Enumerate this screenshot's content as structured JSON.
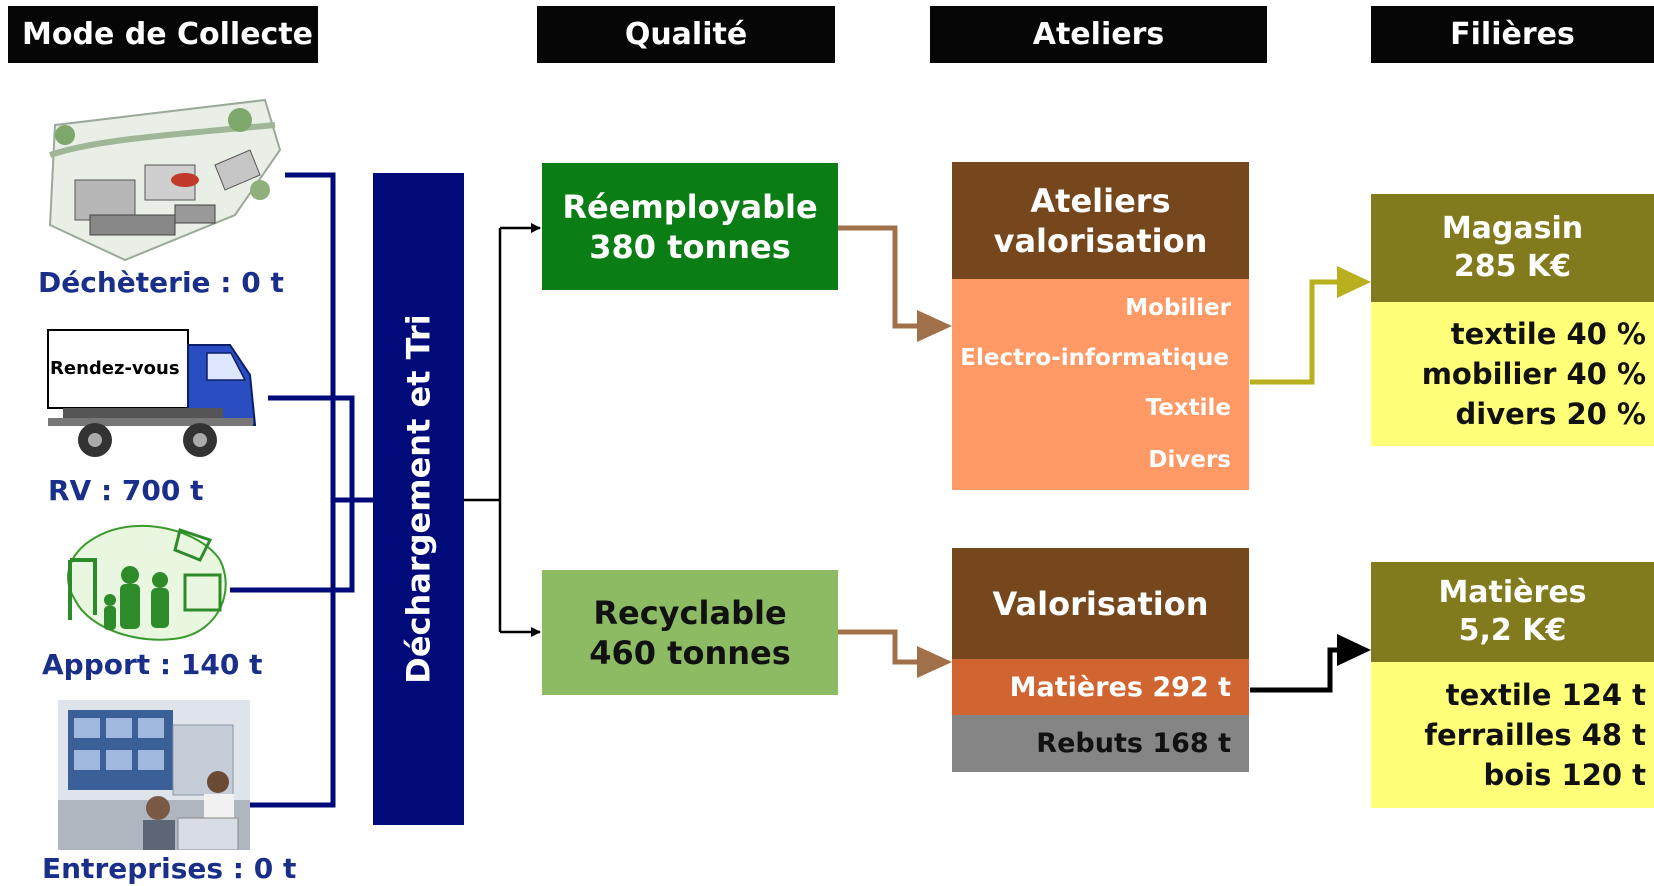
{
  "headers": {
    "collecte": "Mode de Collecte",
    "qualite": "Qualité",
    "ateliers": "Ateliers",
    "filieres": "Filières"
  },
  "sources": {
    "decheterie": "Déchèterie : 0 t",
    "rv": "RV : 700 t",
    "apport": "Apport : 140 t",
    "entreprises": "Entreprises : 0 t",
    "truck_sign": "Rendez-vous"
  },
  "tri": "Déchargement et Tri",
  "reemployable": {
    "line1": "Réemployable",
    "line2": "380 tonnes"
  },
  "recyclable": {
    "line1": "Recyclable",
    "line2": "460 tonnes"
  },
  "ateliers_valorisation": {
    "line1": "Ateliers",
    "line2": "valorisation",
    "items": [
      "Mobilier",
      "Electro-informatique",
      "Textile",
      "Divers"
    ]
  },
  "valorisation": {
    "title": "Valorisation",
    "matieres": "Matières 292 t",
    "rebuts": "Rebuts 168 t"
  },
  "magasin": {
    "line1": "Magasin",
    "line2": "285 K€",
    "details": [
      "textile 40 %",
      "mobilier 40 %",
      "divers 20 %"
    ]
  },
  "matieres_filiere": {
    "line1": "Matières",
    "line2": "5,2 K€",
    "details": [
      "textile 124 t",
      "ferrailles 48 t",
      "bois 120 t"
    ]
  },
  "colors": {
    "navy": "#000a78",
    "dark_green": "#0a7d15",
    "light_green": "#8cbb63",
    "brown": "#76471d",
    "salmon": "#ff9966",
    "orange": "#d16531",
    "gray": "#858585",
    "olive": "#827b1d",
    "yellow": "#ffff79",
    "tan_arrow": "#a0704a",
    "olive_arrow": "#b9b01f"
  }
}
